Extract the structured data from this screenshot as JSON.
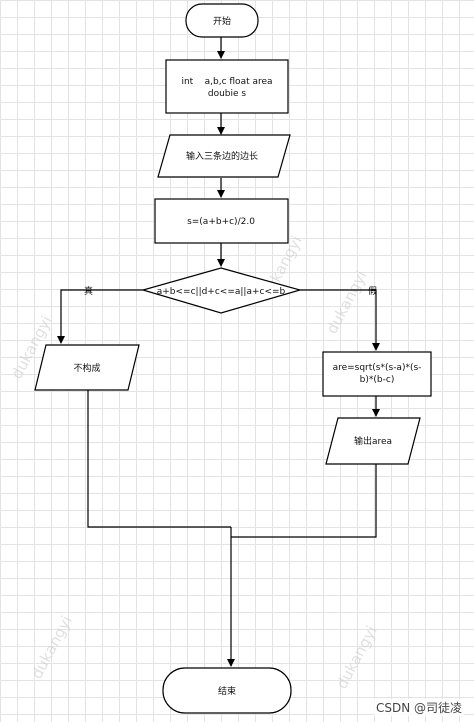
{
  "nodes": {
    "start": "开始",
    "declare_line1": "int    a,b,c float area",
    "declare_line2": "doubie s",
    "input_sides": "输入三条边的边长",
    "compute_s": "s=(a+b+c)/2.0",
    "condition": "a+b<=c||d+c<=a||a+c<=b",
    "not_formed": "不构成",
    "area_line1": "are=sqrt(s*(s-a)*(s-",
    "area_line2": "b)*(b-c)",
    "output_area": "输出area",
    "end": "结束"
  },
  "branches": {
    "true_label": "真",
    "false_label": "假"
  },
  "watermark": "dukangyi",
  "credit": "CSDN @司徒凌",
  "colors": {
    "stroke": "#000000",
    "grid": "#e3e3e3",
    "watermark": "#c8c8c8"
  }
}
